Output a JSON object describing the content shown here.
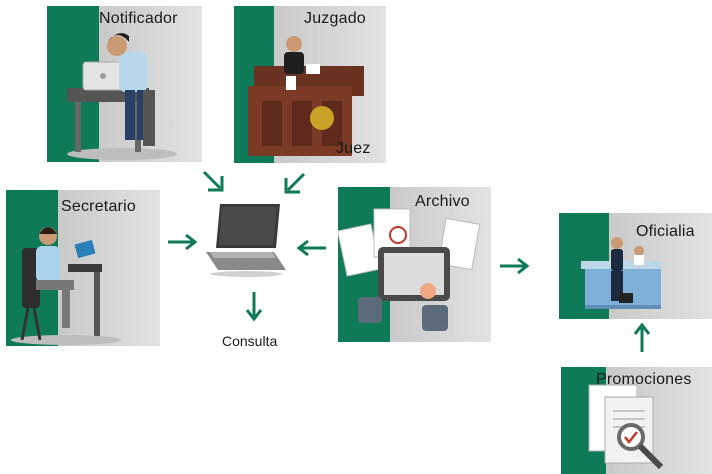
{
  "nodes": {
    "notificador": "Notificador",
    "juzgado": "Juzgado",
    "juez": "Juez",
    "secretario": "Secretario",
    "archivo": "Archivo",
    "oficialia": "Oficialia",
    "promociones": "Promociones",
    "consulta": "Consulta"
  },
  "colors": {
    "green": "#0f7a57",
    "panel": "#d8d8d8",
    "arrow": "#0f7a57"
  }
}
